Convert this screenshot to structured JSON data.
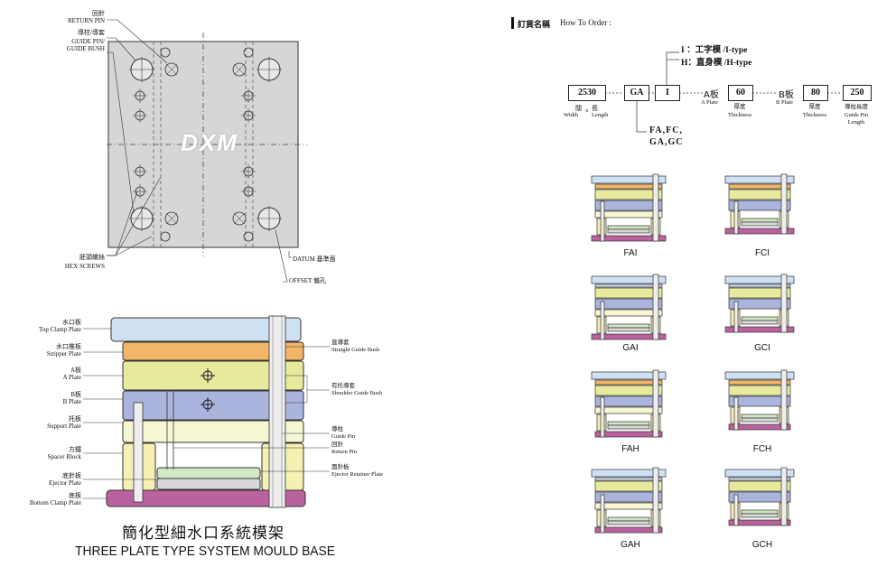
{
  "top_view": {
    "labels": {
      "return_pin_cn": "回針",
      "return_pin_en": "RETURN PIN",
      "guide_pin_cn": "導柱/導套",
      "guide_pin_en1": "GUIDE PIN/",
      "guide_pin_en2": "GUIDE BUSH",
      "hex_cn": "胚頭螺絲",
      "hex_en": "HEX SCREWS",
      "datum": "DATUM 基準面",
      "offset": "OFFSET 偏孔"
    },
    "logo": "DXM"
  },
  "side_view": {
    "left_labels": [
      {
        "cn": "水口板",
        "en": "Top Clamp Plate"
      },
      {
        "cn": "水口推板",
        "en": "Stripper  Plate"
      },
      {
        "cn": "A板",
        "en": "A  Plate"
      },
      {
        "cn": "B板",
        "en": "B  Plate"
      },
      {
        "cn": "托板",
        "en": "Support  Plate"
      },
      {
        "cn": "方鐵",
        "en": "Spacer  Block"
      },
      {
        "cn": "底針板",
        "en": "Ejector Plate"
      },
      {
        "cn": "底板",
        "en": "Bottom Clamp Plate"
      }
    ],
    "right_labels": [
      {
        "cn": "直導套",
        "en": "Straight Guide Bush"
      },
      {
        "cn": "有托導套",
        "en": "Shoulder Guide Bush"
      },
      {
        "cn": "導柱",
        "en": "Guide Pin"
      },
      {
        "cn": "回針",
        "en": "Return Pin"
      },
      {
        "cn": "面針板",
        "en": "Ejector Retainer Plate"
      }
    ],
    "title_cn": "簡化型細水口系統模架",
    "title_en": "THREE PLATE TYPE SYSTEM MOULD BASE"
  },
  "order": {
    "heading_cn": "訂貨名稱",
    "heading_en": "How To Order :",
    "type_i": "I ：工字模 /I-type",
    "type_h": "H：直身模 /H-type",
    "boxes": {
      "size": "2530",
      "series": "GA",
      "type": "I",
      "a_plate": "60",
      "b_plate": "80",
      "pin": "250"
    },
    "a_plate_cn": "A板",
    "a_plate_en": "A Plate",
    "b_plate_cn": "B板",
    "b_plate_en": "B Plate",
    "size_caption_cn1": "闊",
    "size_caption_x": "x",
    "size_caption_cn2": "長",
    "size_caption_en1": "Width",
    "size_caption_en2": "Length",
    "thick_cn": "厚度",
    "thick_en": "Thickness",
    "pin_cn": "導柱長度",
    "pin_en1": "Guide Pin",
    "pin_en2": "Length",
    "series_options1": "FA,FC,",
    "series_options2": "GA,GC"
  },
  "models": [
    "FAI",
    "FCI",
    "GAI",
    "GCI",
    "FAH",
    "FCH",
    "GAH",
    "GCH"
  ],
  "colors": {
    "top_plate": "#cfe0f3",
    "stripper": "#f1b667",
    "a_plate": "#e7ea9c",
    "b_plate": "#aab4dc",
    "support": "#f8f7d4",
    "spacer": "#f6f1b3",
    "ejector": "#d2e8c2",
    "bottom": "#b9629e",
    "top_view_fill": "#d6d6d6"
  }
}
